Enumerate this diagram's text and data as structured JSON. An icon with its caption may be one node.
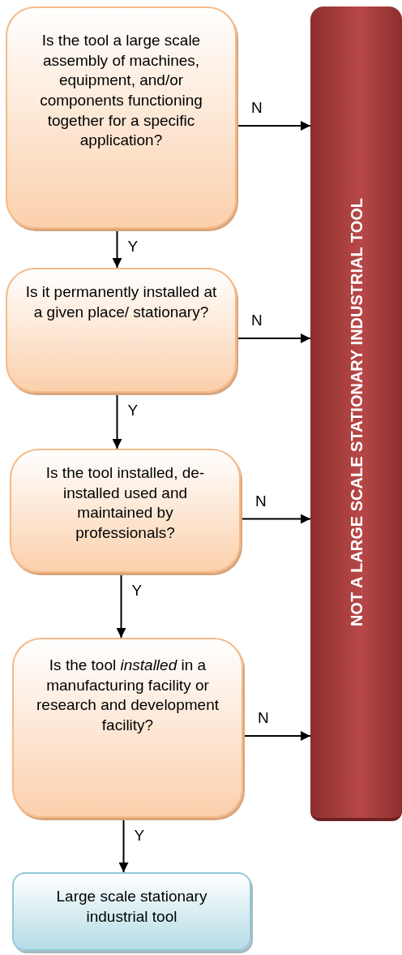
{
  "diagram": {
    "nodes": [
      {
        "text": [
          "Is the tool a large scale assembly of machines, equipment, and/or components functioning together for a specific application?"
        ]
      },
      {
        "text": [
          "Is it permanently installed at a given place/ stationary?"
        ]
      },
      {
        "text": [
          "Is the tool installed, de-installed used and maintained by professionals?"
        ]
      },
      {
        "text": [
          "Is the tool *installed* in a manufacturing facility or research and development facility?"
        ]
      },
      {
        "text": [
          "Large scale stationary industrial tool"
        ]
      },
      {
        "text": [
          "NOT A LARGE SCALE STATIONARY INDUSTRIAL TOOL"
        ]
      }
    ],
    "edges": [
      {
        "from": 0,
        "to": 1,
        "arrow": "to",
        "label": "Y"
      },
      {
        "from": 0,
        "to": 5,
        "arrow": "to",
        "label": "N"
      },
      {
        "from": 1,
        "to": 2,
        "arrow": "to",
        "label": "Y"
      },
      {
        "from": 1,
        "to": 5,
        "arrow": "to",
        "label": "N"
      },
      {
        "from": 2,
        "to": 3,
        "arrow": "to",
        "label": "Y"
      },
      {
        "from": 2,
        "to": 5,
        "arrow": "to",
        "label": "N"
      },
      {
        "from": 3,
        "to": 4,
        "arrow": "to",
        "label": "Y"
      },
      {
        "from": 3,
        "to": 5,
        "arrow": "to",
        "label": "N"
      }
    ]
  }
}
